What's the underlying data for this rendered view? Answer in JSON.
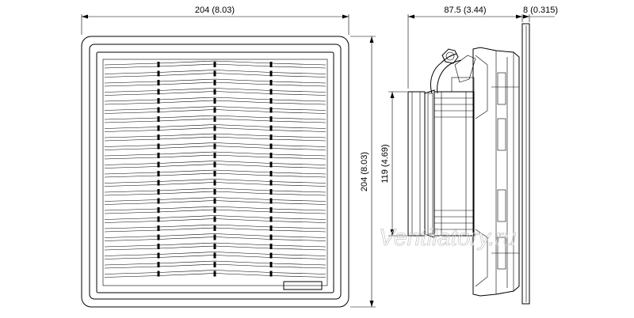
{
  "dimensions": {
    "front_width": "204 (8.03)",
    "front_height": "204 (8.03)",
    "side_depth": "87.5 (3.44)",
    "flange_thickness": "8 (0.315)",
    "fan_diameter": "119 (4.69)"
  },
  "watermark": "Ventilatory.ru"
}
